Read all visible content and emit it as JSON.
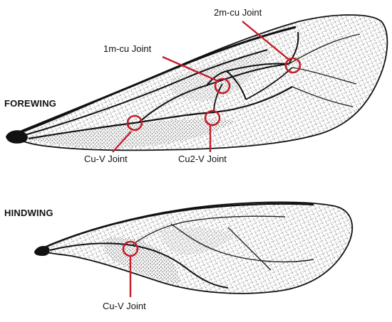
{
  "labels": {
    "forewing": "FOREWING",
    "hindwing": "HINDWING"
  },
  "joints": {
    "two_m_cu": "2m-cu Joint",
    "one_m_cu": "1m-cu Joint",
    "cu_v_fore": "Cu-V Joint",
    "cu2_v": "Cu2-V Joint",
    "cu_v_hind": "Cu-V Joint"
  },
  "colors": {
    "callout": "#c41e2a",
    "ink": "#111111",
    "membrane_shadow": "#2b2b2b"
  }
}
